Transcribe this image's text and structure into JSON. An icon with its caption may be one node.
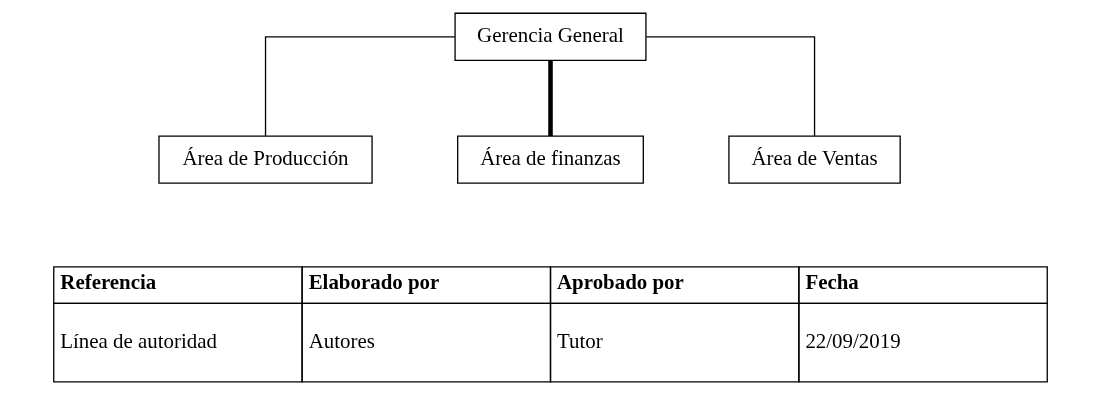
{
  "diagram": {
    "nodes": [
      {
        "text": [
          "Gerencia General"
        ]
      },
      {
        "text": [
          "Área de Producción"
        ]
      },
      {
        "text": [
          "Área de finanzas"
        ]
      },
      {
        "text": [
          "Área de Ventas"
        ]
      }
    ],
    "edges": [
      {
        "from": 0,
        "to": 1,
        "arrow": "none"
      },
      {
        "from": 0,
        "to": 2,
        "arrow": "none",
        "style": "thick"
      },
      {
        "from": 0,
        "to": 3,
        "arrow": "none"
      }
    ],
    "labels": [
      "Referencia",
      "Elaborado por",
      "Aprobado por",
      "Fecha",
      "Línea de autoridad",
      "Autores",
      "Tutor",
      "22/09/2019"
    ]
  }
}
